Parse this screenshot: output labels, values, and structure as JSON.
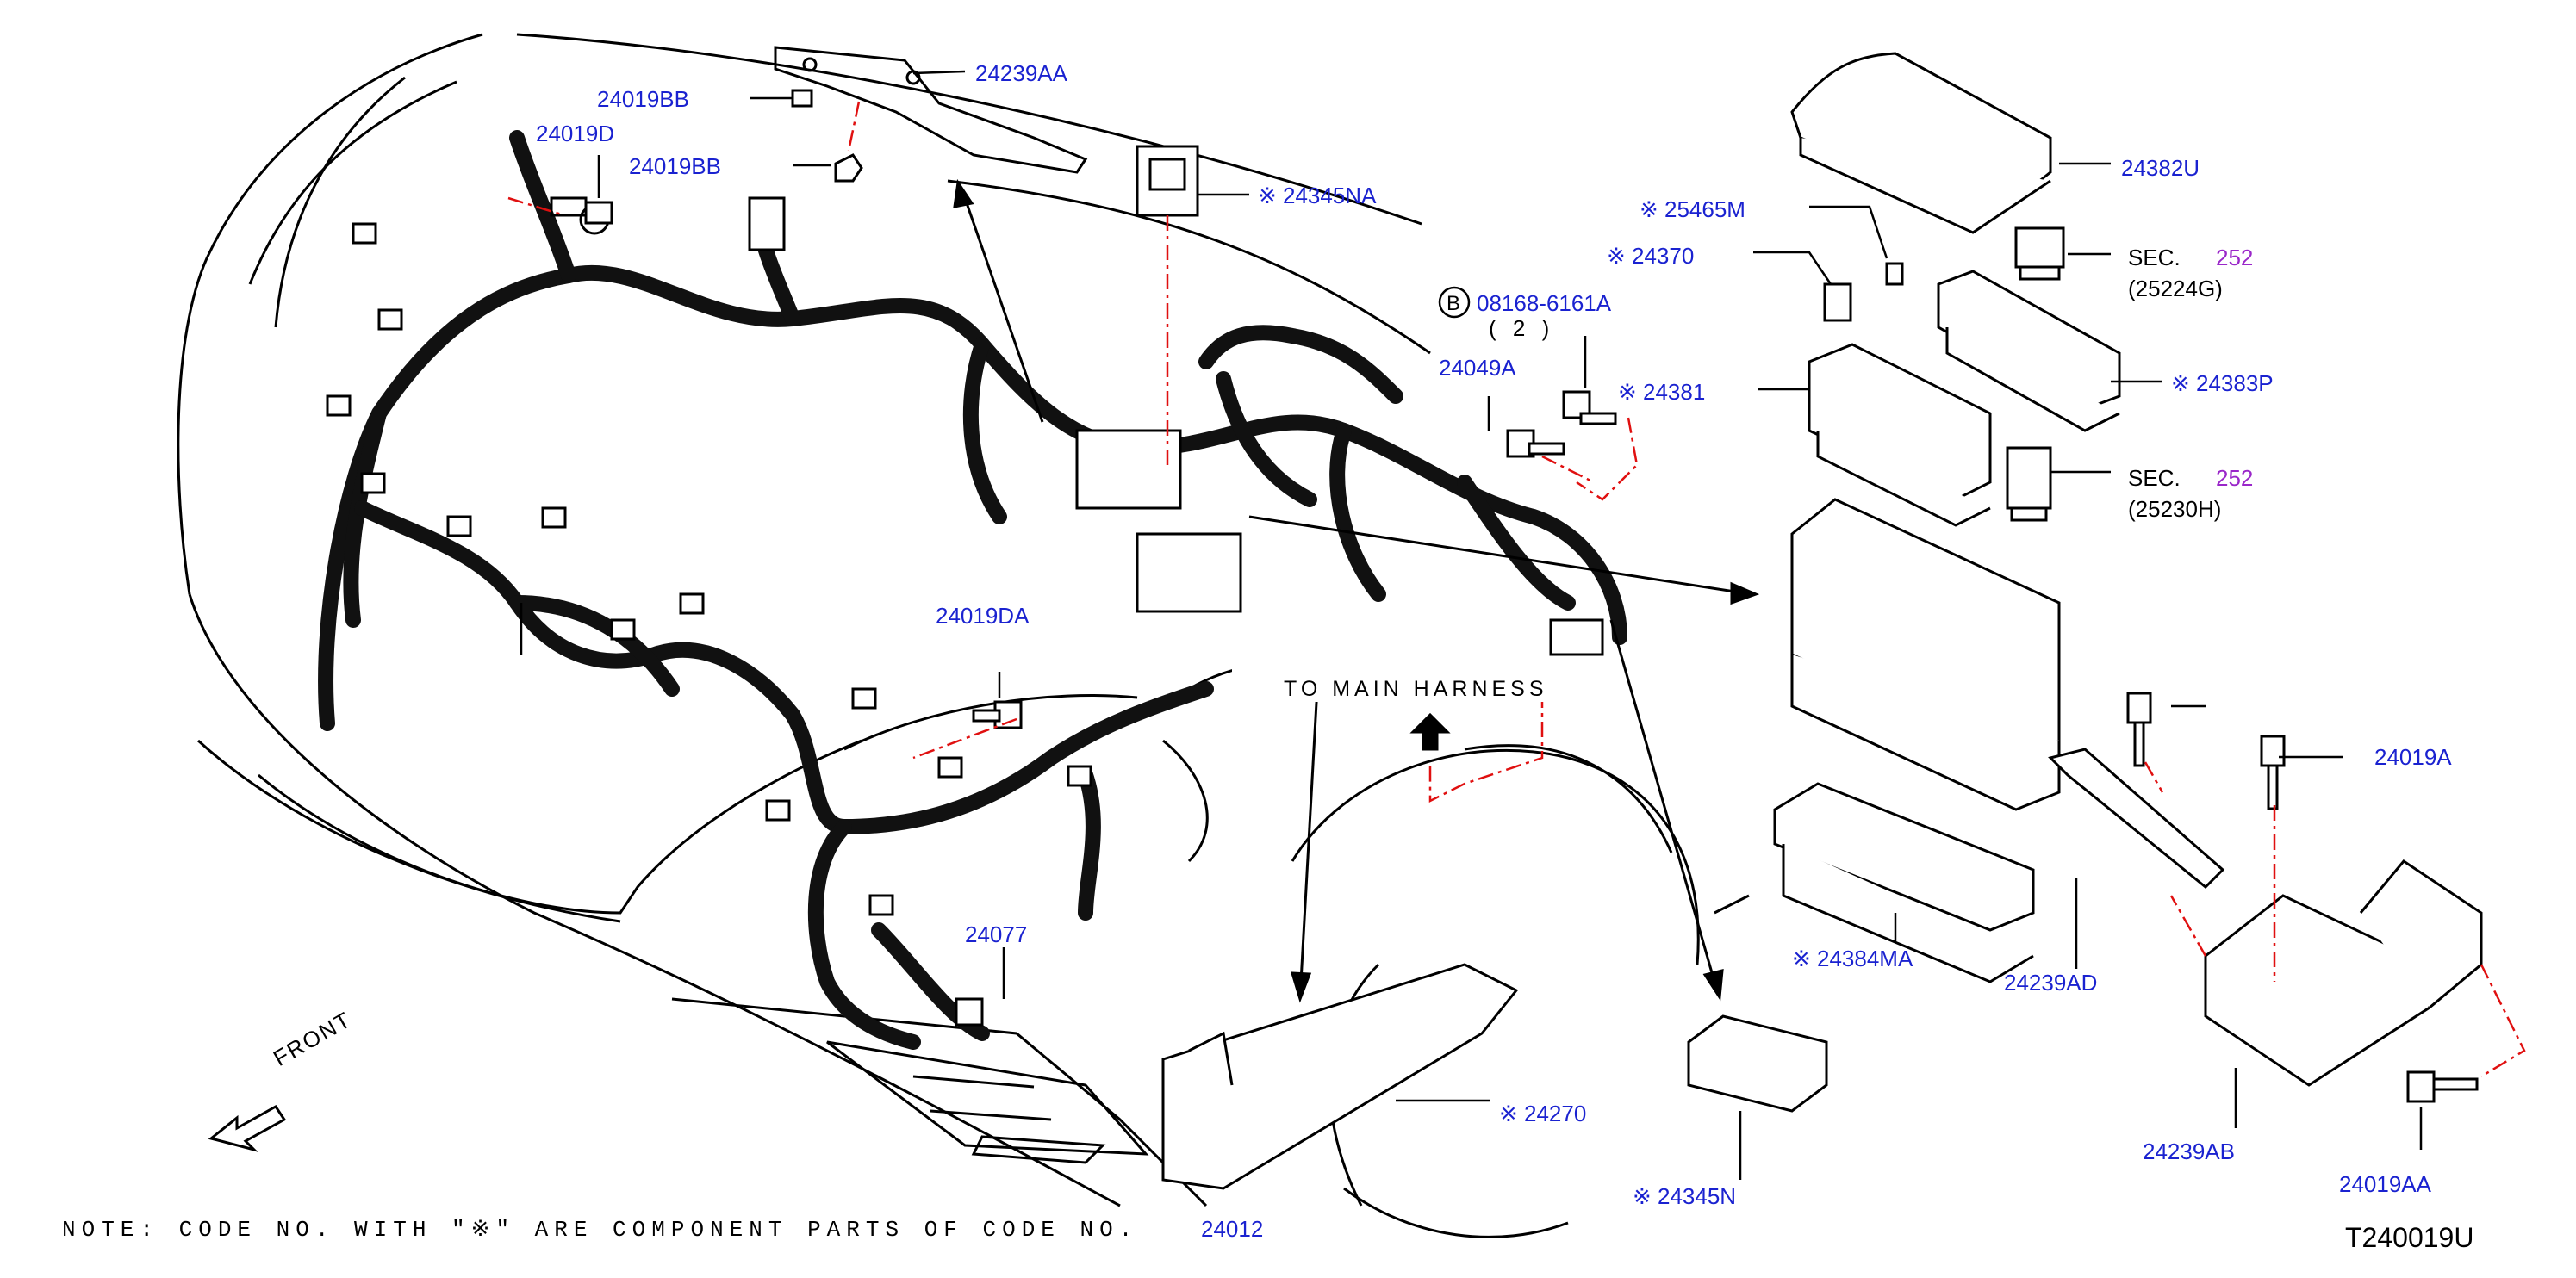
{
  "colors": {
    "part_number": "#1a22d0",
    "leader_red": "#e01010",
    "line": "#000000",
    "section_ref": "#9a27c9"
  },
  "labels": {
    "p24239AA": "24239AA",
    "p24019BB_top": "24019BB",
    "p24019D": "24019D",
    "p24019BB_mid": "24019BB",
    "p24345NA": "※ 24345NA",
    "p25465M": "※ 25465M",
    "p24370": "※ 24370",
    "p08168": "08168-6161A",
    "p08168_qty": "( 2 )",
    "p24049A": "24049A",
    "p24381": "※ 24381",
    "p24382U": "24382U",
    "sec1_prefix": "SEC.",
    "sec1_num": "252",
    "sec1_sub": "(25224G)",
    "p24383P": "※ 24383P",
    "sec2_prefix": "SEC.",
    "sec2_num": "252",
    "sec2_sub": "(25230H)",
    "p24019DA": "24019DA",
    "p24019A": "24019A",
    "p24384MA": "※ 24384MA",
    "p24239AD": "24239AD",
    "p24077": "24077",
    "p24270": "※ 24270",
    "p24345N": "※ 24345N",
    "p24239AB": "24239AB",
    "p24019AA": "24019AA",
    "to_main": "TO MAIN HARNESS",
    "front": "FRONT",
    "bolt_b": "B",
    "note": "NOTE: CODE NO. WITH \"※\" ARE COMPONENT PARTS OF CODE NO.",
    "note_code": "24012",
    "diagram_id": "T240019U"
  }
}
